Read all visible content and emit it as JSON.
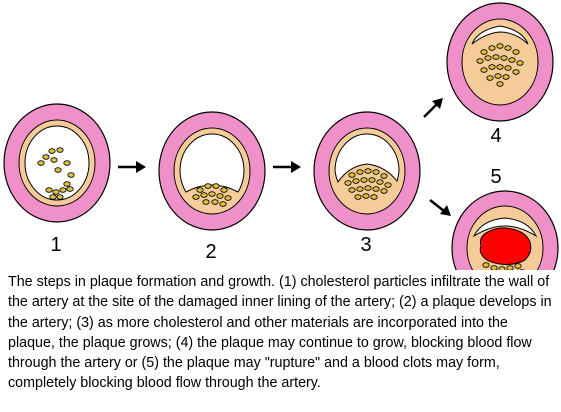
{
  "stages": [
    {
      "number": "1",
      "description": "cholesterol particles infiltrate the wall of the artery at the site of the damaged inner lining of the artery"
    },
    {
      "number": "2",
      "description": "a plaque develops in the artery"
    },
    {
      "number": "3",
      "description": "as more cholesterol and other materials are incorporated into the plaque, the plaque grows"
    },
    {
      "number": "4",
      "description": "the plaque may continue to grow, blocking blood flow through the artery"
    },
    {
      "number": "5",
      "description": "the plaque may \"rupture\" and a blood clots may form, completely blocking blood flow through the artery"
    }
  ],
  "caption": "The steps in plaque formation and growth. (1) cholesterol particles infiltrate the wall of the artery at the site of the damaged inner lining of the artery; (2) a plaque develops in the artery; (3) as more cholesterol and other materials are incorporated into the plaque, the plaque grows; (4) the plaque may continue to grow, blocking blood flow through the artery or (5) the plaque may \"rupture\" and a blood clots may form, completely blocking blood flow through the artery.",
  "colors": {
    "artery_wall": "#f090c8",
    "inner_lining": "#f5cc99",
    "lumen": "#ffffff",
    "cholesterol": "#e0c040",
    "plaque": "#f0c890",
    "clot": "#ff0000",
    "outline": "#000000"
  }
}
